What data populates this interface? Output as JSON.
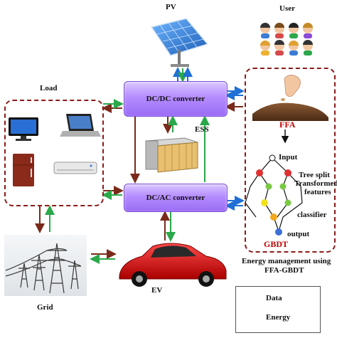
{
  "labels": {
    "pv": "PV",
    "user": "User",
    "load": "Load",
    "dcdc": "DC/DC converter",
    "ess": "ESS",
    "dcac": "DC/AC converter",
    "grid": "Grid",
    "ev": "EV",
    "ffa": "FFA",
    "input": "Input",
    "tree_split": "Tree split",
    "transformed": "Transformed",
    "features": "features",
    "classifier": "classifier",
    "output": "output",
    "gbdt": "GBDT",
    "em_line1": "Energy management using",
    "em_line2": "FFA-GBDT"
  },
  "legend": [
    {
      "label": "Data",
      "color": "#1f6fd6"
    },
    {
      "label": "Energy",
      "color": "#2aa84a"
    }
  ],
  "colors": {
    "data": "#1f6fd6",
    "energy_green": "#2aa84a",
    "energy_brown": "#7a2a1a",
    "dashed_border": "#8b1a1a",
    "converter": "#b58cff",
    "ffa_text": "#c00000"
  },
  "icons": [
    "solar-panel-icon",
    "user-avatar-icon",
    "monitor-icon",
    "laptop-icon",
    "refrigerator-icon",
    "air-conditioner-icon",
    "battery-container-icon",
    "transmission-tower-icon",
    "electric-car-icon",
    "hand-seed-icon",
    "decision-tree-icon"
  ]
}
